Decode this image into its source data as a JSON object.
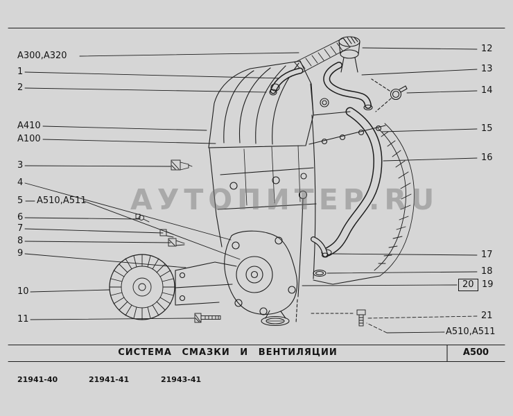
{
  "page": {
    "background_color": "#d6d6d6",
    "line_color": "#1c1c1c"
  },
  "watermark": "АУТОПИТЕР.RU",
  "left_callouts": [
    {
      "label": "A300,A320"
    },
    {
      "label": "1"
    },
    {
      "label": "2"
    },
    {
      "label": "A410"
    },
    {
      "label": "A100"
    },
    {
      "label": "3"
    },
    {
      "label": "4"
    },
    {
      "label": "5",
      "code": "A510,A511"
    },
    {
      "label": "6"
    },
    {
      "label": "7"
    },
    {
      "label": "8"
    },
    {
      "label": "9"
    },
    {
      "label": "10"
    },
    {
      "label": "11"
    }
  ],
  "right_callouts": [
    {
      "label": "12"
    },
    {
      "label": "13"
    },
    {
      "label": "14"
    },
    {
      "label": "15"
    },
    {
      "label": "16"
    },
    {
      "label": "17"
    },
    {
      "label": "18"
    },
    {
      "label": "20",
      "boxed": true
    },
    {
      "label": "19"
    },
    {
      "label": "21"
    },
    {
      "label": "A510,A511"
    }
  ],
  "footer": {
    "title": "СИСТЕМА СМАЗКИ И ВЕНТИЛЯЦИИ",
    "code": "A500",
    "variants": [
      "21941-40",
      "21941-41",
      "21943-41"
    ]
  }
}
